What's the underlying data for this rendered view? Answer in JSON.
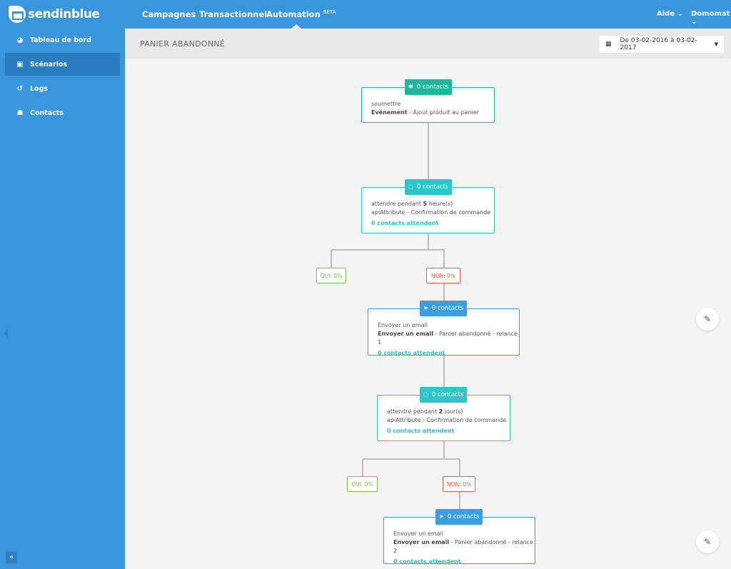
{
  "app": {
    "name": "sendinblue"
  },
  "topnav": {
    "items": [
      {
        "label": "Campagnes"
      },
      {
        "label": "Transactionnel"
      },
      {
        "label": "Automation",
        "sup": "BETA"
      }
    ],
    "help": "Aide",
    "account": "Domomat"
  },
  "sidebar": {
    "items": [
      {
        "label": "Tableau de bord",
        "icon": "dashboard-icon"
      },
      {
        "label": "Scénarios",
        "icon": "play-square-icon",
        "active": true
      },
      {
        "label": "Logs",
        "icon": "history-icon"
      },
      {
        "label": "Contacts",
        "icon": "users-icon"
      }
    ],
    "collapse": "«"
  },
  "header": {
    "title": "PANIER ABANDONNÉ",
    "date_range": "De 03-02-2016 à 03-02-2017"
  },
  "colors": {
    "brand": "#3a96dc",
    "trigger": "#1fb79a",
    "wait": "#2ec4c8",
    "email": "#3d9de0",
    "yes": "#7dc242",
    "no": "#ef5a4a"
  },
  "flow": {
    "nodes": [
      {
        "type": "trigger",
        "badge": "0 contacts",
        "line1": "soumettre",
        "strong": "Evénement",
        "rest": " - Ajout produit au panier"
      },
      {
        "type": "wait",
        "badge": "0 contacts",
        "line1_pre": "attendre pendant ",
        "line1_bold": "5",
        "line1_post": " heure(s)",
        "line2": "apiAttribute - Confirmation de commande",
        "waiting": "0 contacts attendent"
      },
      {
        "type": "email",
        "badge": "0 contacts",
        "line1": "Envoyer un email",
        "strong": "Envoyer un email",
        "rest": " - Panier abandonné - relance 1",
        "waiting": "0 contacts attendent"
      },
      {
        "type": "wait",
        "badge": "0 contacts",
        "line1_pre": "attendre pendant ",
        "line1_bold": "2",
        "line1_post": " jour(s)",
        "line2": "apiAttribute - Confirmation de commande",
        "waiting": "0 contacts attendent"
      },
      {
        "type": "email",
        "badge": "0 contacts",
        "line1": "Envoyer un email",
        "strong": "Envoyer un email",
        "rest": " - Panier abandonné - relance 2",
        "waiting": "0 contacts attendent"
      }
    ],
    "splits": [
      {
        "yes": "OUI: 0%",
        "no": "NON: 0%"
      },
      {
        "yes": "OUI: 0%",
        "no": "NON: 0%"
      }
    ]
  }
}
